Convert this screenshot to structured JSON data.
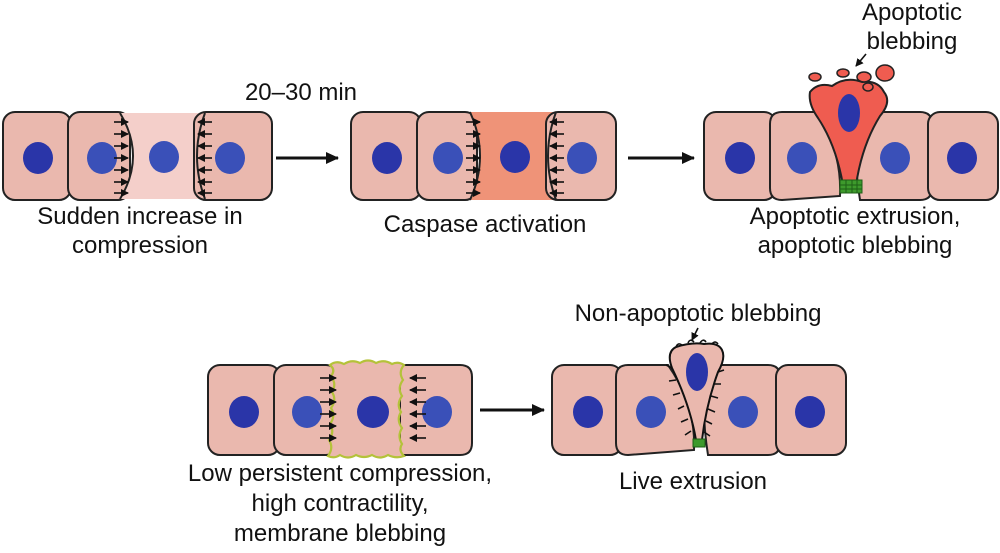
{
  "colors": {
    "cell_fill": "#eab8ae",
    "cell_stroke": "#222222",
    "nucleus": "#2a35a8",
    "nucleus_light": "#3a50b8",
    "compressed_cell": "#f4cfca",
    "caspase_cell": "#ef9378",
    "apoptotic_cell": "#ef5c50",
    "outline_green": "#b4c23a",
    "anchor_green": "#3d9a2c"
  },
  "labels": {
    "duration": "20–30 min",
    "sudden_line1": "Sudden increase in",
    "sudden_line2": "compression",
    "caspase": "Caspase activation",
    "apoptotic_top_line1": "Apoptotic",
    "apoptotic_top_line2": "blebbing",
    "extrusion_line1": "Apoptotic extrusion,",
    "extrusion_line2": "apoptotic blebbing",
    "nonapoptotic": "Non-apoptotic blebbing",
    "low_line1": "Low persistent compression,",
    "low_line2": "high contractility,",
    "low_line3": "membrane blebbing",
    "live": "Live extrusion"
  }
}
